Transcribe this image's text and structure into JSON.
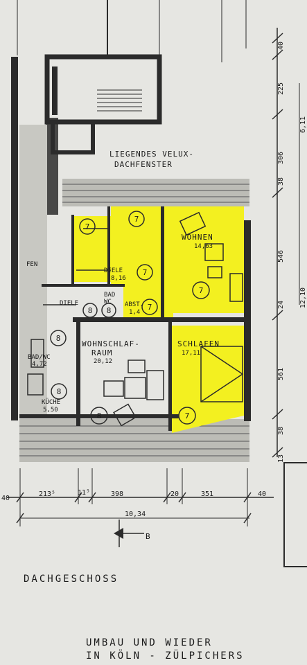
{
  "colors": {
    "highlight": "#f3f020",
    "wall": "#2b2b2b",
    "paper": "#e6e6e2"
  },
  "labels": {
    "velux_1": "LIEGENDES VELUX-",
    "velux_2": "DACHFENSTER",
    "wohnen": "WOHNEN",
    "wohnen_area": "14,63",
    "schlafen": "SCHLAFEN",
    "schlafen_area": "17,11",
    "wohnschlaf_1": "WOHNSCHLAF-",
    "wohnschlaf_2": "RAUM",
    "wohnschlaf_area": "20,12",
    "diele_top": "DIELE",
    "diele_top_area": "8,16",
    "diele_bottom": "DIELE",
    "bad_1": "BAD",
    "bad_2": "WC",
    "abst": "ABST.",
    "abst_area": "1,4",
    "bad_left": "BAD/WC",
    "bad_left_area": "4,72",
    "kueche_1": "KÜCHE",
    "kueche_area": "5,50",
    "fen": "FEN",
    "floor_name": "DACHGESCHOSS",
    "project_1": "UMBAU UND WIEDER",
    "project_2": "IN KÖLN - ZÜLPICHERS",
    "section_marker": "B",
    "room_num_7": "7",
    "room_num_8": "8"
  },
  "dims_right": [
    "40",
    "225",
    "306",
    "38",
    "546",
    "24",
    "561",
    "38",
    "13"
  ],
  "dims_right_extra": [
    "6,11",
    "12,10"
  ],
  "dims_bottom": [
    "40",
    "213⁵",
    "11⁵",
    "398",
    "20",
    "351",
    "40"
  ],
  "dims_total": "10,34"
}
